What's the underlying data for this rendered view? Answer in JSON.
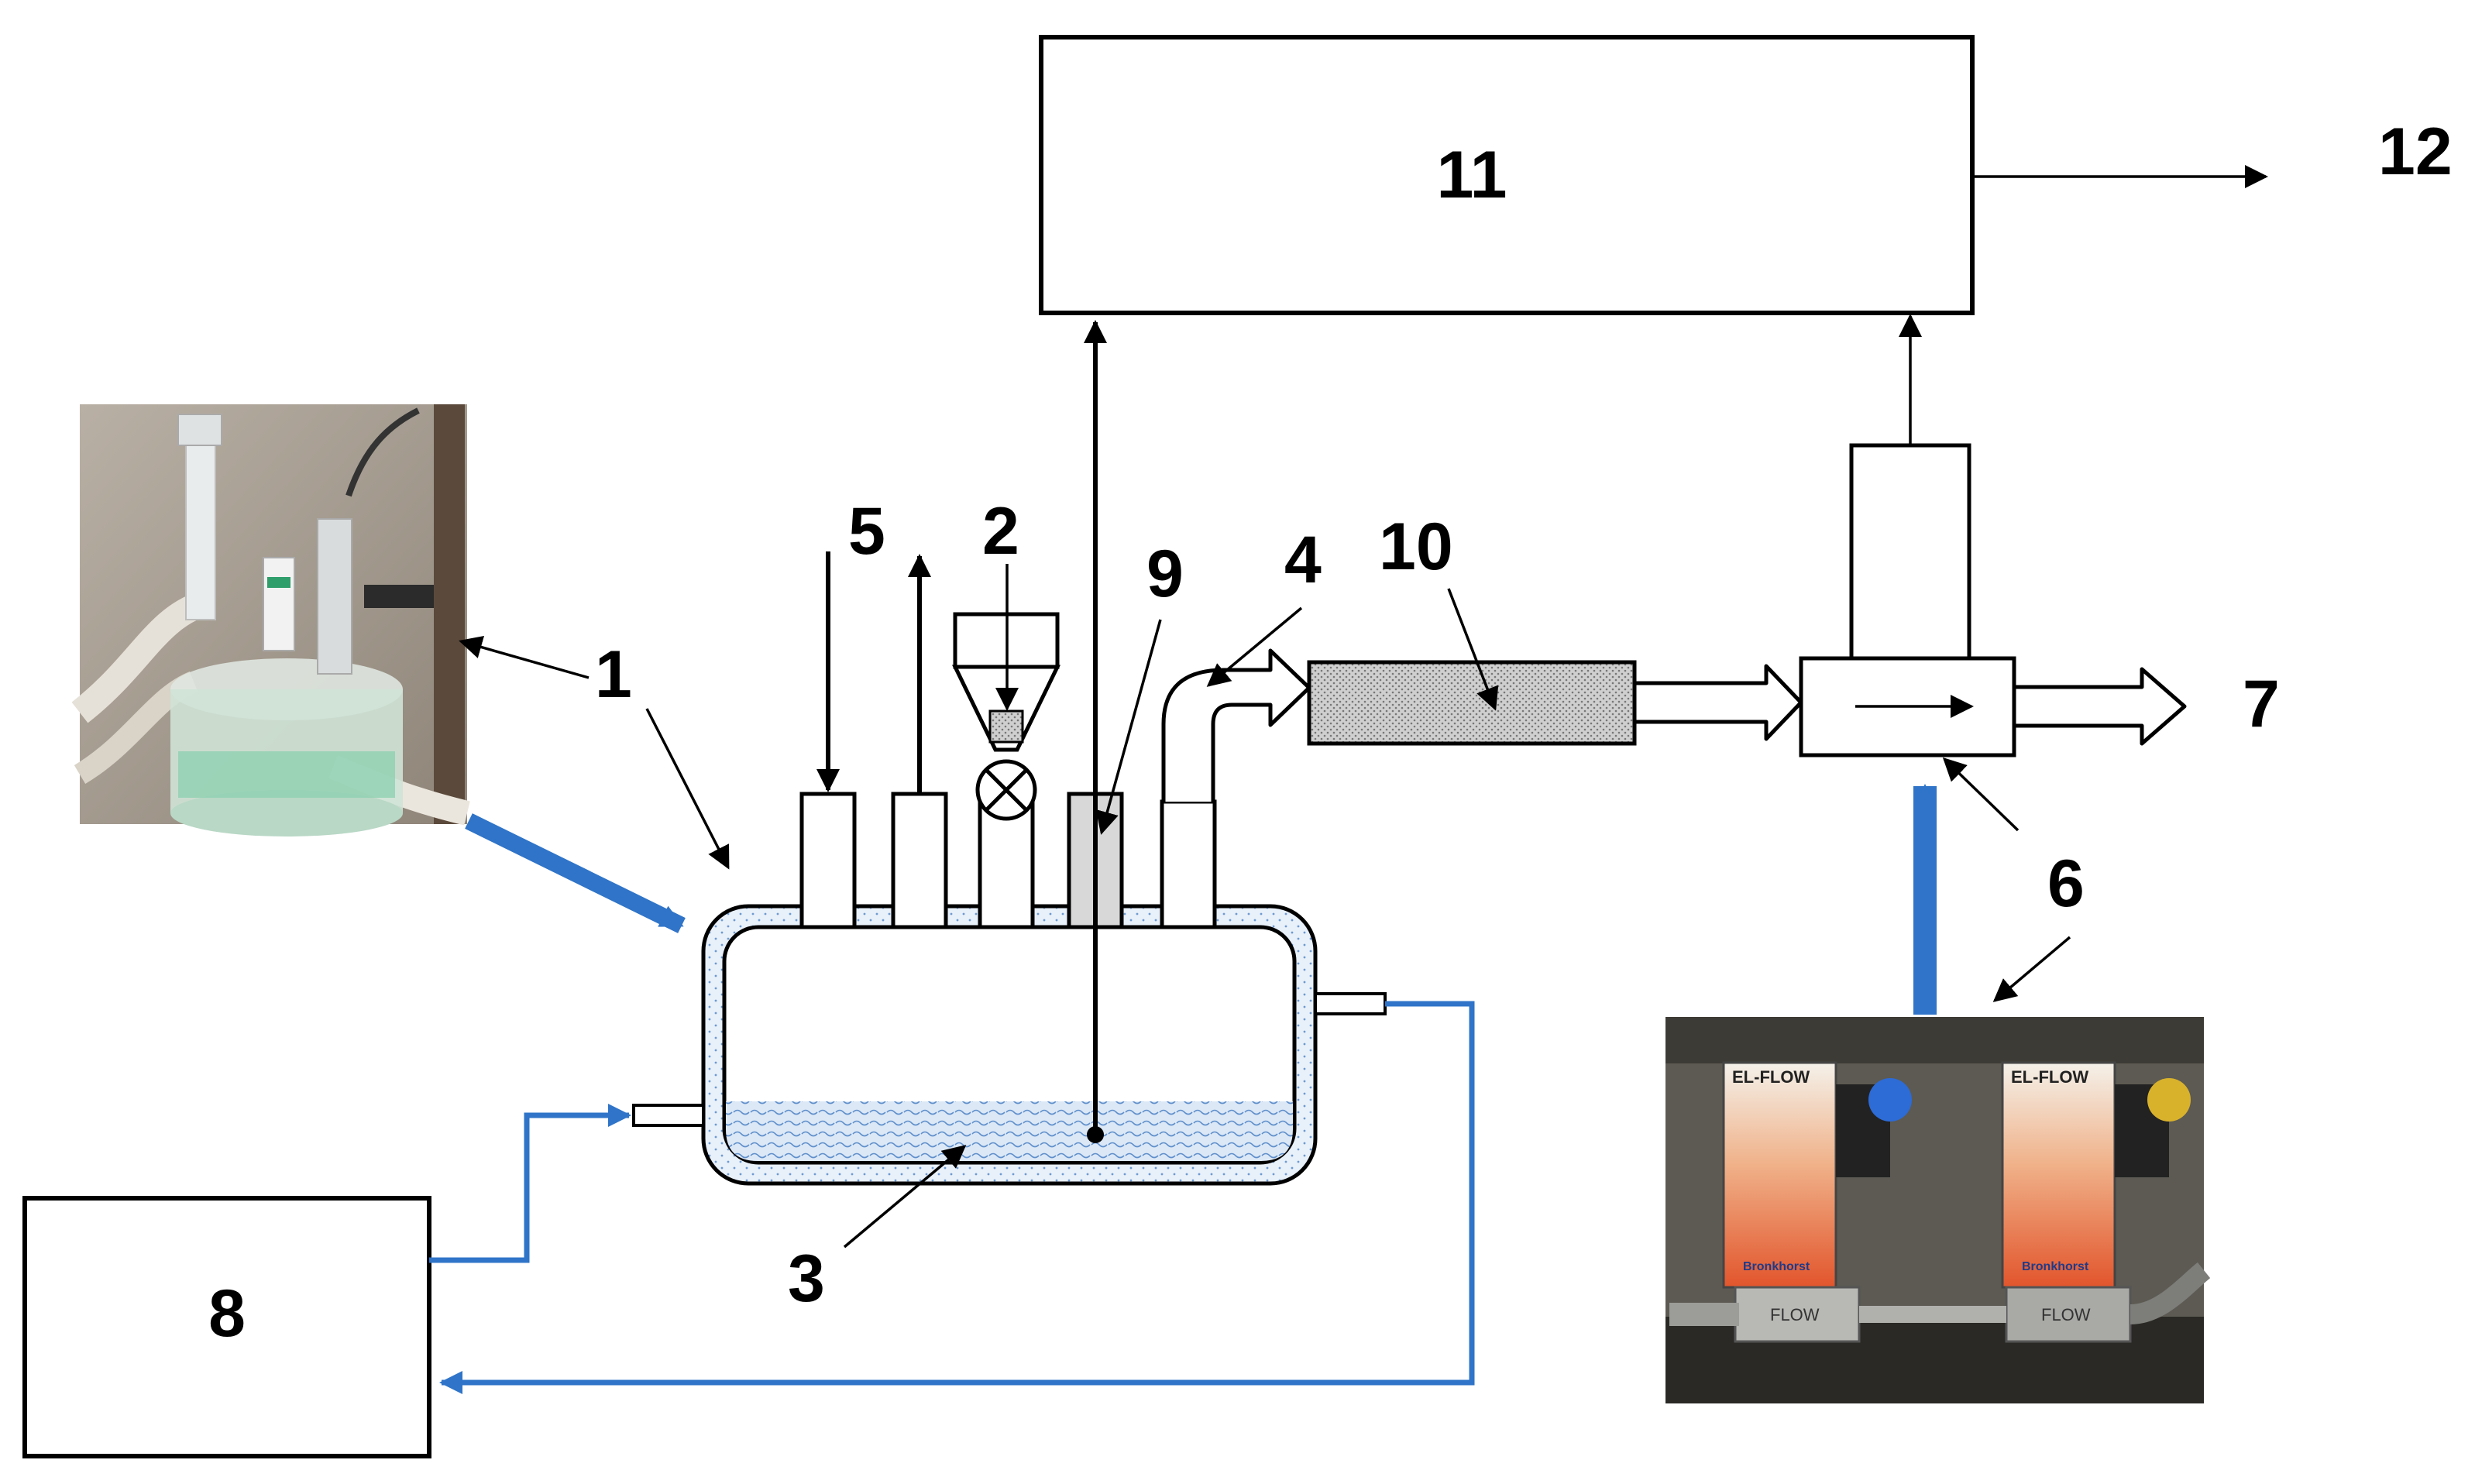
{
  "labels": {
    "n1": "1",
    "n2": "2",
    "n3": "3",
    "n4": "4",
    "n5": "5",
    "n6": "6",
    "n7": "7",
    "n8": "8",
    "n9": "9",
    "n10": "10",
    "n11": "11",
    "n12": "12"
  },
  "colors": {
    "line": "#000000",
    "connector_blue": "#2f74c8",
    "liquid_fill": "#d9e6f5",
    "wave": "#6d9ad0",
    "filter_fill": "#c9c9c9",
    "probe_sleeve": "#d8d8d8"
  },
  "photos": {
    "left": "photo of glass reactor with tubing",
    "right": "photo of two mass flow controllers"
  },
  "photo_text": {
    "brand": "Bronkhorst",
    "model": "EL-FLOW",
    "flow_marking": "FLOW"
  }
}
